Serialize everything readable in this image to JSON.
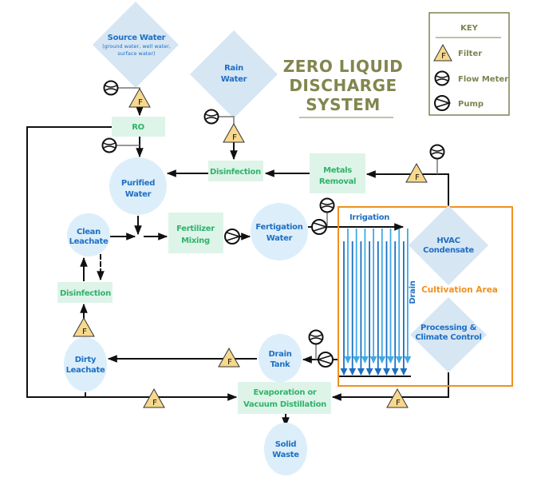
{
  "title": {
    "lines": [
      "ZERO LIQUID",
      "DISCHARGE",
      "SYSTEM"
    ],
    "color": "#82864e"
  },
  "key": {
    "heading": "KEY",
    "filter_label": "Filter",
    "flow_meter_label": "Flow Meter",
    "pump_label": "Pump",
    "filter_letter": "F"
  },
  "colors": {
    "node_fill": "#dceefa",
    "diamond_fill": "#d6e6f3",
    "process_fill": "#def4e9",
    "node_text": "#1f6fc4",
    "process_text": "#2fb36a",
    "filter_fill": "#f7d88c",
    "cultivation_border": "#f0901e",
    "irrigation_light": "#3fa9e6",
    "drain_dark": "#1a6fc4"
  },
  "nodes": {
    "source_water": {
      "title": "Source Water",
      "sub1": "(ground water, well water,",
      "sub2": "surface water)"
    },
    "rain_water": {
      "line1": "Rain",
      "line2": "Water"
    },
    "ro": {
      "label": "RO"
    },
    "purified_water": {
      "line1": "Purified",
      "line2": "Water"
    },
    "disinfection_top": {
      "label": "Disinfection"
    },
    "metals_removal": {
      "line1": "Metals",
      "line2": "Removal"
    },
    "clean_leachate": {
      "line1": "Clean",
      "line2": "Leachate"
    },
    "fertilizer_mixing": {
      "line1": "Fertilizer",
      "line2": "Mixing"
    },
    "fertigation_water": {
      "line1": "Fertigation",
      "line2": "Water"
    },
    "disinfection_left": {
      "label": "Disinfection"
    },
    "dirty_leachate": {
      "line1": "Dirty",
      "line2": "Leachate"
    },
    "drain_tank": {
      "line1": "Drain",
      "line2": "Tank"
    },
    "evaporation": {
      "line1": "Evaporation or",
      "line2": "Vacuum Distillation"
    },
    "solid_waste": {
      "line1": "Solid",
      "line2": "Waste"
    },
    "hvac": {
      "line1": "HVAC",
      "line2": "Condensate"
    },
    "processing": {
      "line1": "Processing &",
      "line2": "Climate Control"
    }
  },
  "cultivation": {
    "label": "Cultivation Area",
    "irrigation_label": "Irrigation",
    "drain_label": "Drain"
  }
}
